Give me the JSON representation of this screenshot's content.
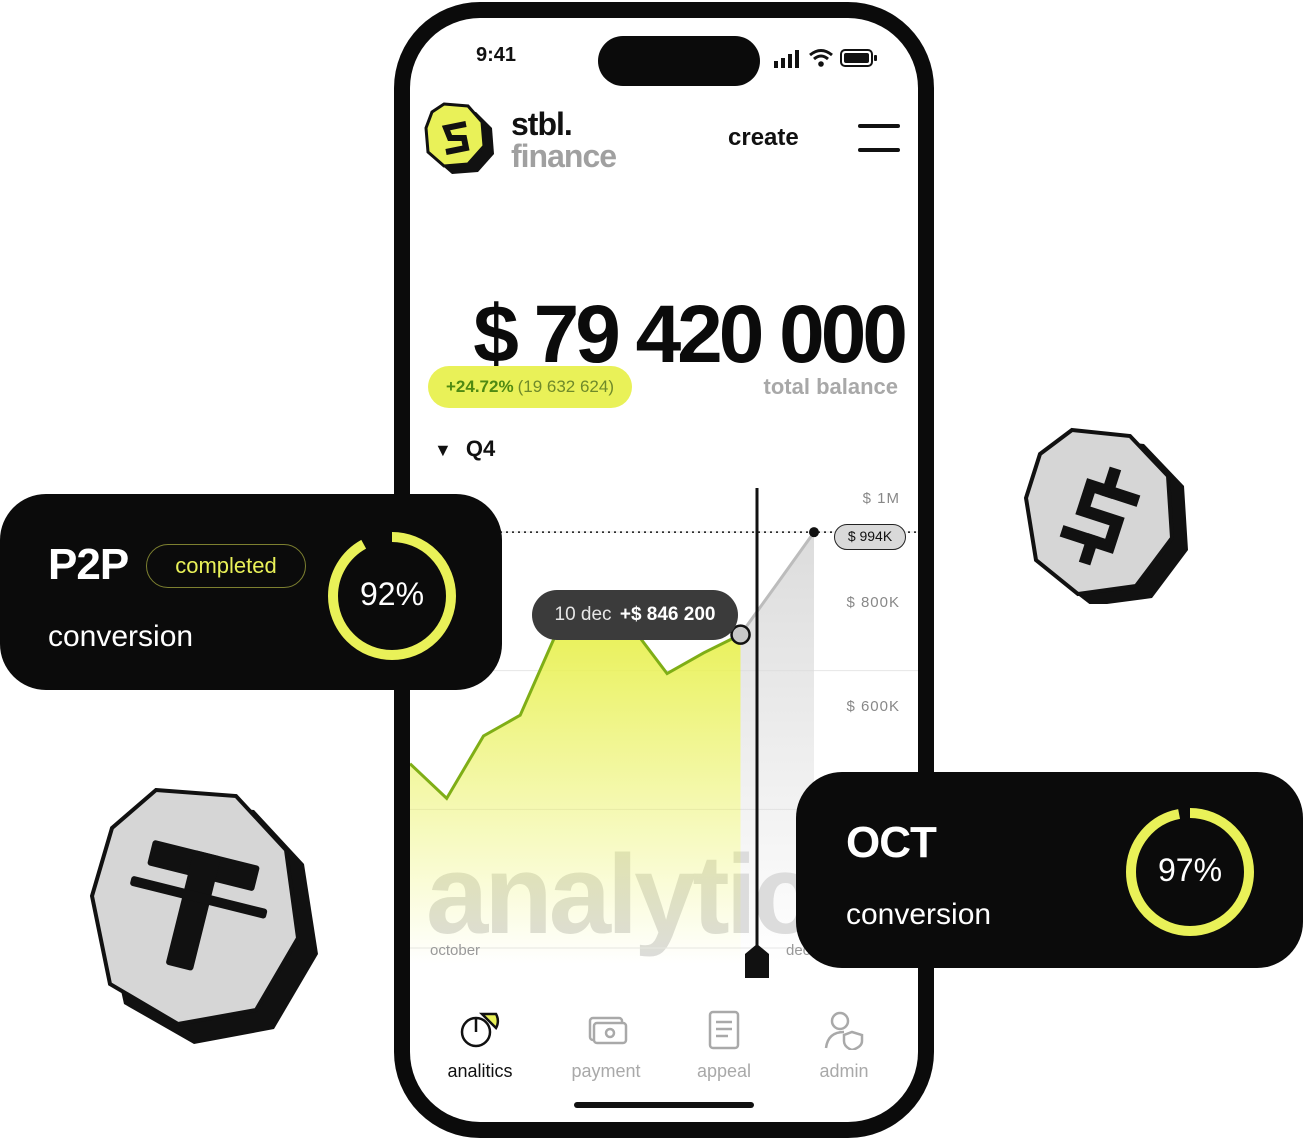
{
  "status_bar": {
    "time": "9:41"
  },
  "header": {
    "brand_line1": "stbl.",
    "brand_line2": "finance",
    "create_label": "create"
  },
  "balance": {
    "amount": "$ 79 420 000",
    "change_pct": "+24.72%",
    "change_abs": "(19 632 624)",
    "label": "total balance"
  },
  "period": {
    "label": "Q4"
  },
  "chart_data": {
    "type": "area",
    "title": "",
    "x": [
      "october",
      "dec"
    ],
    "y_ticks": [
      "$ 1M",
      "$ 800K",
      "$ 600K"
    ],
    "ylim": [
      400000,
      1000000
    ],
    "series": [
      {
        "values": [
          660000,
          610000,
          700000,
          730000,
          850000,
          850000,
          860000,
          790000,
          820000,
          846200,
          920000,
          994000
        ]
      }
    ],
    "tooltip": {
      "date": "10 dec",
      "value": "+$ 846 200"
    },
    "end_value_label": "$ 994K",
    "watermark": "analytics",
    "accent": "#e9f158"
  },
  "nav": {
    "items": [
      {
        "label": "analitics",
        "icon": "pie-chart-icon",
        "active": true
      },
      {
        "label": "payment",
        "icon": "wallet-icon",
        "active": false
      },
      {
        "label": "appeal",
        "icon": "document-icon",
        "active": false
      },
      {
        "label": "admin",
        "icon": "user-shield-icon",
        "active": false
      }
    ]
  },
  "card_p2p": {
    "title": "P2P",
    "badge": "completed",
    "subtitle": "conversion",
    "percent": "92%",
    "progress": 0.92
  },
  "card_oct": {
    "title": "OCT",
    "subtitle": "conversion",
    "percent": "97%",
    "progress": 0.97
  },
  "colors": {
    "accent": "#e9f158",
    "dark": "#0b0b0b",
    "green": "#4f8a12"
  }
}
